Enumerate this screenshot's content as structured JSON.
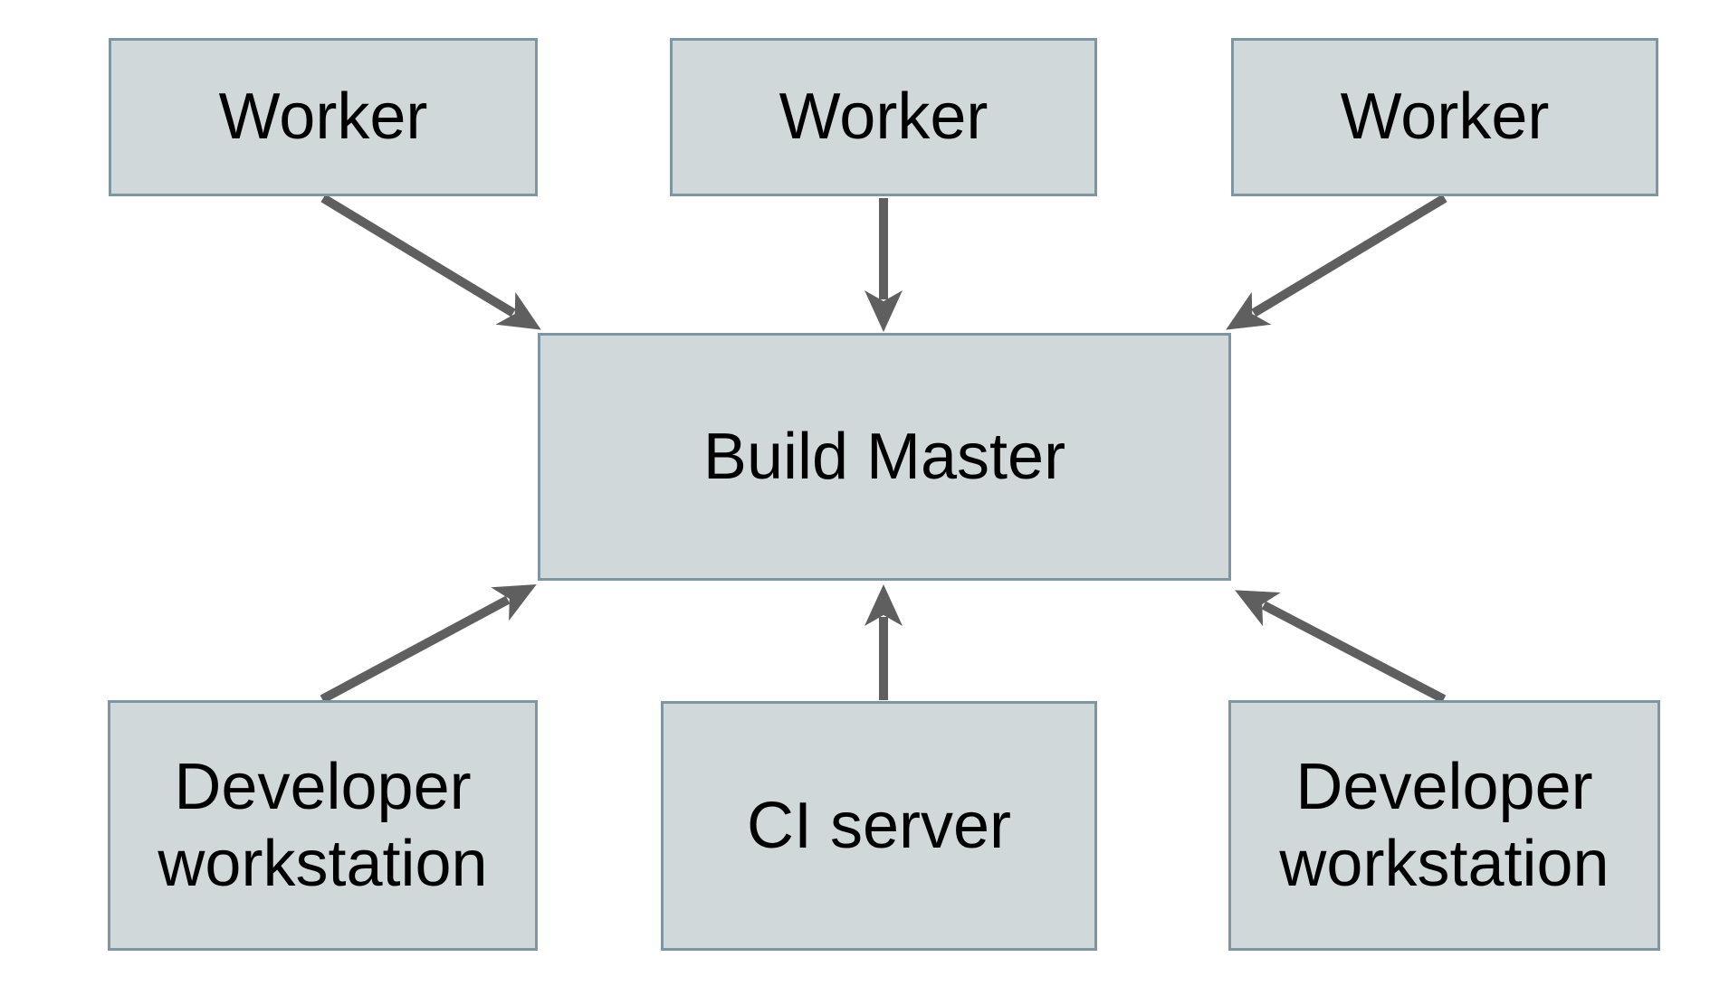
{
  "diagram": {
    "nodes": [
      {
        "id": "worker-1",
        "label": "Worker"
      },
      {
        "id": "worker-2",
        "label": "Worker"
      },
      {
        "id": "worker-3",
        "label": "Worker"
      },
      {
        "id": "build-master",
        "label": "Build Master"
      },
      {
        "id": "dev-workstation-left",
        "label": "Developer workstation"
      },
      {
        "id": "ci-server",
        "label": "CI server"
      },
      {
        "id": "dev-workstation-right",
        "label": "Developer workstation"
      }
    ],
    "edges": [
      {
        "from": "worker-1",
        "to": "build-master"
      },
      {
        "from": "worker-2",
        "to": "build-master"
      },
      {
        "from": "worker-3",
        "to": "build-master"
      },
      {
        "from": "dev-workstation-left",
        "to": "build-master"
      },
      {
        "from": "ci-server",
        "to": "build-master"
      },
      {
        "from": "dev-workstation-right",
        "to": "build-master"
      }
    ],
    "colors": {
      "node_fill": "#d1d8da",
      "node_border": "#7e96a1",
      "arrow": "#5f5f5f",
      "text": "#000000",
      "background": "#ffffff"
    }
  }
}
